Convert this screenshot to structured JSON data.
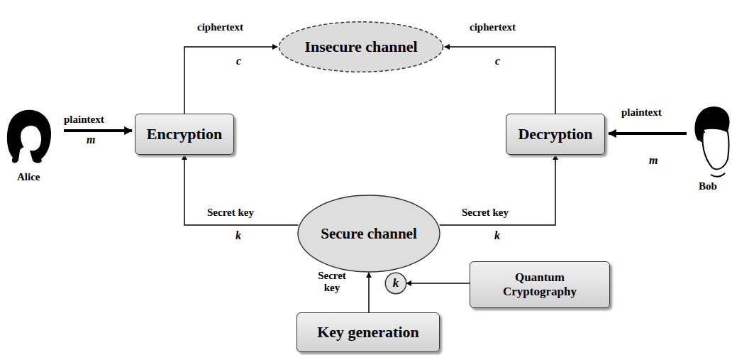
{
  "diagram": {
    "nodes": [
      {
        "text": [
          "Insecure channel"
        ]
      },
      {
        "text": [
          "Encryption"
        ]
      },
      {
        "text": [
          "Decryption"
        ]
      },
      {
        "text": [
          "Secure channel"
        ]
      },
      {
        "text": [
          "k"
        ]
      },
      {
        "text": [
          "Quantum Cryptography"
        ]
      },
      {
        "text": [
          "Key generation"
        ]
      }
    ],
    "edges": [
      {
        "from": 1,
        "to": 0,
        "arrow": "to"
      },
      {
        "from": 2,
        "to": 0,
        "arrow": "to"
      },
      {
        "from": 3,
        "to": 1,
        "arrow": "to"
      },
      {
        "from": 3,
        "to": 2,
        "arrow": "to"
      },
      {
        "from": 6,
        "to": 3,
        "arrow": "to"
      },
      {
        "from": 5,
        "to": 4,
        "arrow": "to"
      }
    ],
    "labels": [
      "plaintext",
      "m",
      "Alice",
      "ciphertext",
      "c",
      "ciphertext",
      "c",
      "plaintext",
      "m",
      "Bob",
      "Secret key",
      "k",
      "Secret key",
      "k",
      "Secret key"
    ]
  }
}
